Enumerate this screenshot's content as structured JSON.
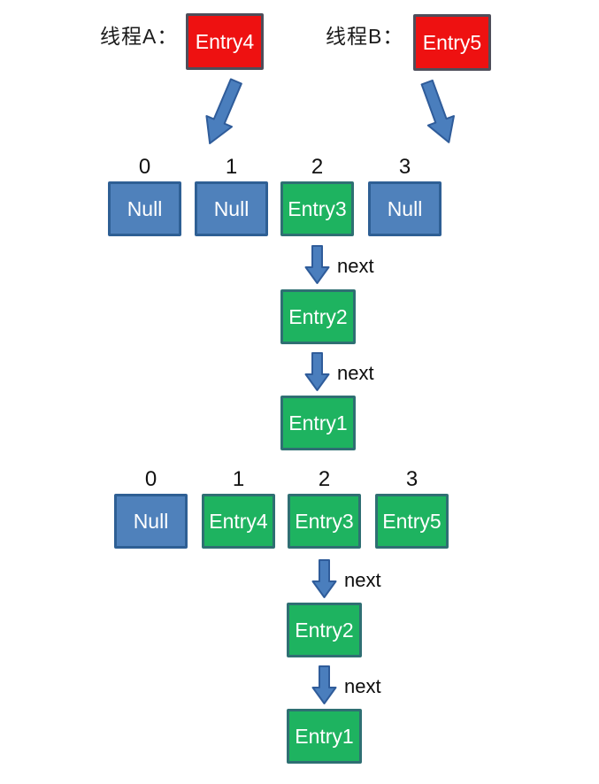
{
  "colors": {
    "thread_entry_fill": "#ee1111",
    "thread_entry_border": "#4e4e5a",
    "null_fill": "#4f81bb",
    "null_border": "#2e5f94",
    "entry_fill": "#1eb360",
    "entry_border": "#2f6f73",
    "arrow_fill": "#4a7ebd",
    "arrow_stroke": "#2f5c9a",
    "background": "#ffffff",
    "text": "#111111"
  },
  "threads": [
    {
      "label": "线程A：",
      "entry": {
        "label": "Entry4",
        "type": "new"
      }
    },
    {
      "label": "线程B：",
      "entry": {
        "label": "Entry5",
        "type": "new"
      }
    }
  ],
  "before": {
    "indices": [
      "0",
      "1",
      "2",
      "3"
    ],
    "buckets": [
      {
        "label": "Null",
        "type": "null"
      },
      {
        "label": "Null",
        "type": "null"
      },
      {
        "label": "Entry3",
        "type": "entry"
      },
      {
        "label": "Null",
        "type": "null"
      }
    ],
    "chain": [
      {
        "arrow_label": "next",
        "node": {
          "label": "Entry2",
          "type": "entry"
        }
      },
      {
        "arrow_label": "next",
        "node": {
          "label": "Entry1",
          "type": "entry"
        }
      }
    ]
  },
  "after": {
    "indices": [
      "0",
      "1",
      "2",
      "3"
    ],
    "buckets": [
      {
        "label": "Null",
        "type": "null"
      },
      {
        "label": "Entry4",
        "type": "entry"
      },
      {
        "label": "Entry3",
        "type": "entry"
      },
      {
        "label": "Entry5",
        "type": "entry"
      }
    ],
    "chain": [
      {
        "arrow_label": "next",
        "node": {
          "label": "Entry2",
          "type": "entry"
        }
      },
      {
        "arrow_label": "next",
        "node": {
          "label": "Entry1",
          "type": "entry"
        }
      }
    ]
  }
}
